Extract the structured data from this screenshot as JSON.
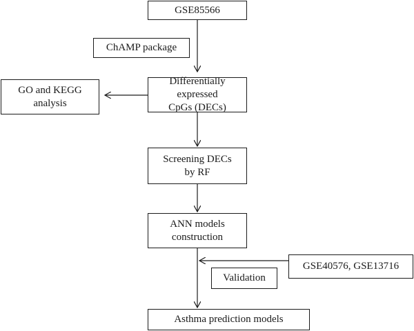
{
  "diagram": {
    "nodes": {
      "gse85566": {
        "lines": [
          "GSE85566"
        ]
      },
      "champ": {
        "lines": [
          "ChAMP package"
        ]
      },
      "decs": {
        "lines": [
          "Differentially expressed",
          "CpGs (DECs)"
        ]
      },
      "go_kegg": {
        "lines": [
          "GO and KEGG",
          "analysis"
        ]
      },
      "screening": {
        "lines": [
          "Screening DECs",
          "by RF"
        ]
      },
      "ann": {
        "lines": [
          "ANN models",
          "construction"
        ]
      },
      "validation_sets": {
        "lines": [
          "GSE40576, GSE13716"
        ]
      },
      "validation": {
        "lines": [
          "Validation"
        ]
      },
      "asthma": {
        "lines": [
          "Asthma prediction models"
        ]
      }
    },
    "edges": [
      {
        "from": "gse85566",
        "to": "decs"
      },
      {
        "from": "decs",
        "to": "go_kegg"
      },
      {
        "from": "decs",
        "to": "screening"
      },
      {
        "from": "screening",
        "to": "ann"
      },
      {
        "from": "ann",
        "to": "asthma"
      },
      {
        "from": "validation_sets",
        "to": "ann-asthma-link"
      }
    ]
  }
}
